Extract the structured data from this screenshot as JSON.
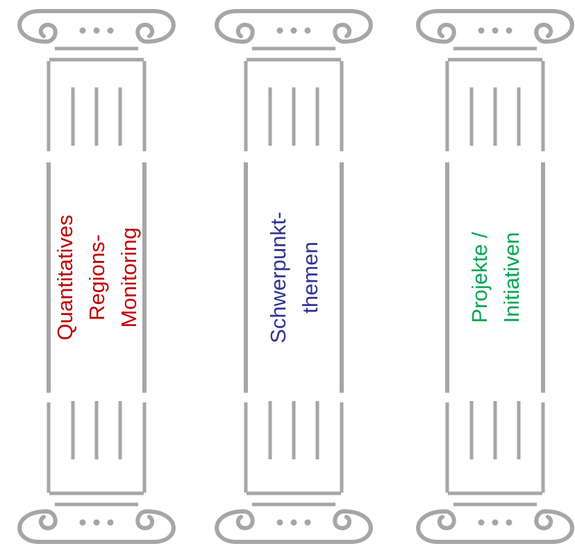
{
  "pillars": [
    {
      "lines": [
        "Quantitatives",
        "Regions-",
        "Monitoring"
      ],
      "color": "#c00000"
    },
    {
      "lines": [
        "Schwerpunkt-",
        "themen"
      ],
      "color": "#2e3192"
    },
    {
      "lines": [
        "Projekte /",
        "Initiativen"
      ],
      "color": "#00a651"
    }
  ],
  "style": {
    "column_color": "#a6a6a6"
  }
}
